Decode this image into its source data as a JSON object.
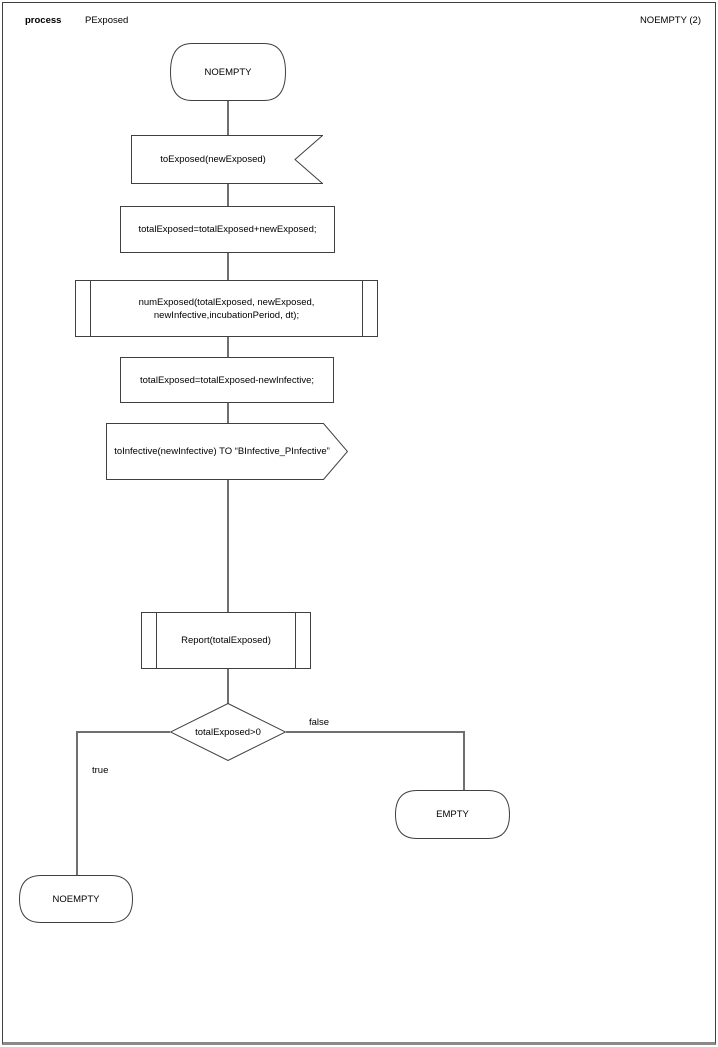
{
  "header": {
    "kind": "process",
    "name": "PExposed",
    "page_ref": "NOEMPTY (2)"
  },
  "colors": {
    "shape_border": "#404040",
    "connector": "#6f6f6f",
    "background": "#ffffff",
    "text": "#000000"
  },
  "nodes": {
    "start_state": {
      "type": "state",
      "label": "NOEMPTY"
    },
    "input_signal": {
      "type": "input-signal",
      "label": "toExposed(newExposed)"
    },
    "task_add": {
      "type": "task",
      "label": "totalExposed=totalExposed+newExposed;"
    },
    "proc_numexposed": {
      "type": "procedure-call",
      "label": "numExposed(totalExposed, newExposed,\nnewInfective,incubationPeriod, dt);"
    },
    "task_subtract": {
      "type": "task",
      "label": "totalExposed=totalExposed-newInfective;"
    },
    "output_signal": {
      "type": "output-signal",
      "label": "toInfective(newInfective) TO “BInfective_PInfective”"
    },
    "proc_report": {
      "type": "procedure-call",
      "label": "Report(totalExposed)"
    },
    "decision": {
      "type": "decision",
      "label": "totalExposed>0"
    },
    "empty_state": {
      "type": "state",
      "label": "EMPTY"
    },
    "noempty_state": {
      "type": "state",
      "label": "NOEMPTY"
    }
  },
  "branches": {
    "true_label": "true",
    "false_label": "false"
  }
}
